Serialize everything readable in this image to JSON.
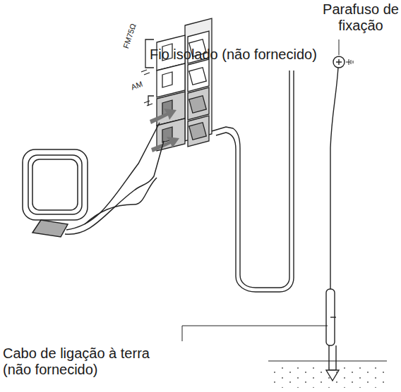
{
  "diagram": {
    "labels": [
      "Parafuso de fixação",
      "Fio isolado (não fornecido)",
      "FM75Ω",
      "AM",
      "Cabo de ligação à terra (não fornecido)"
    ]
  }
}
